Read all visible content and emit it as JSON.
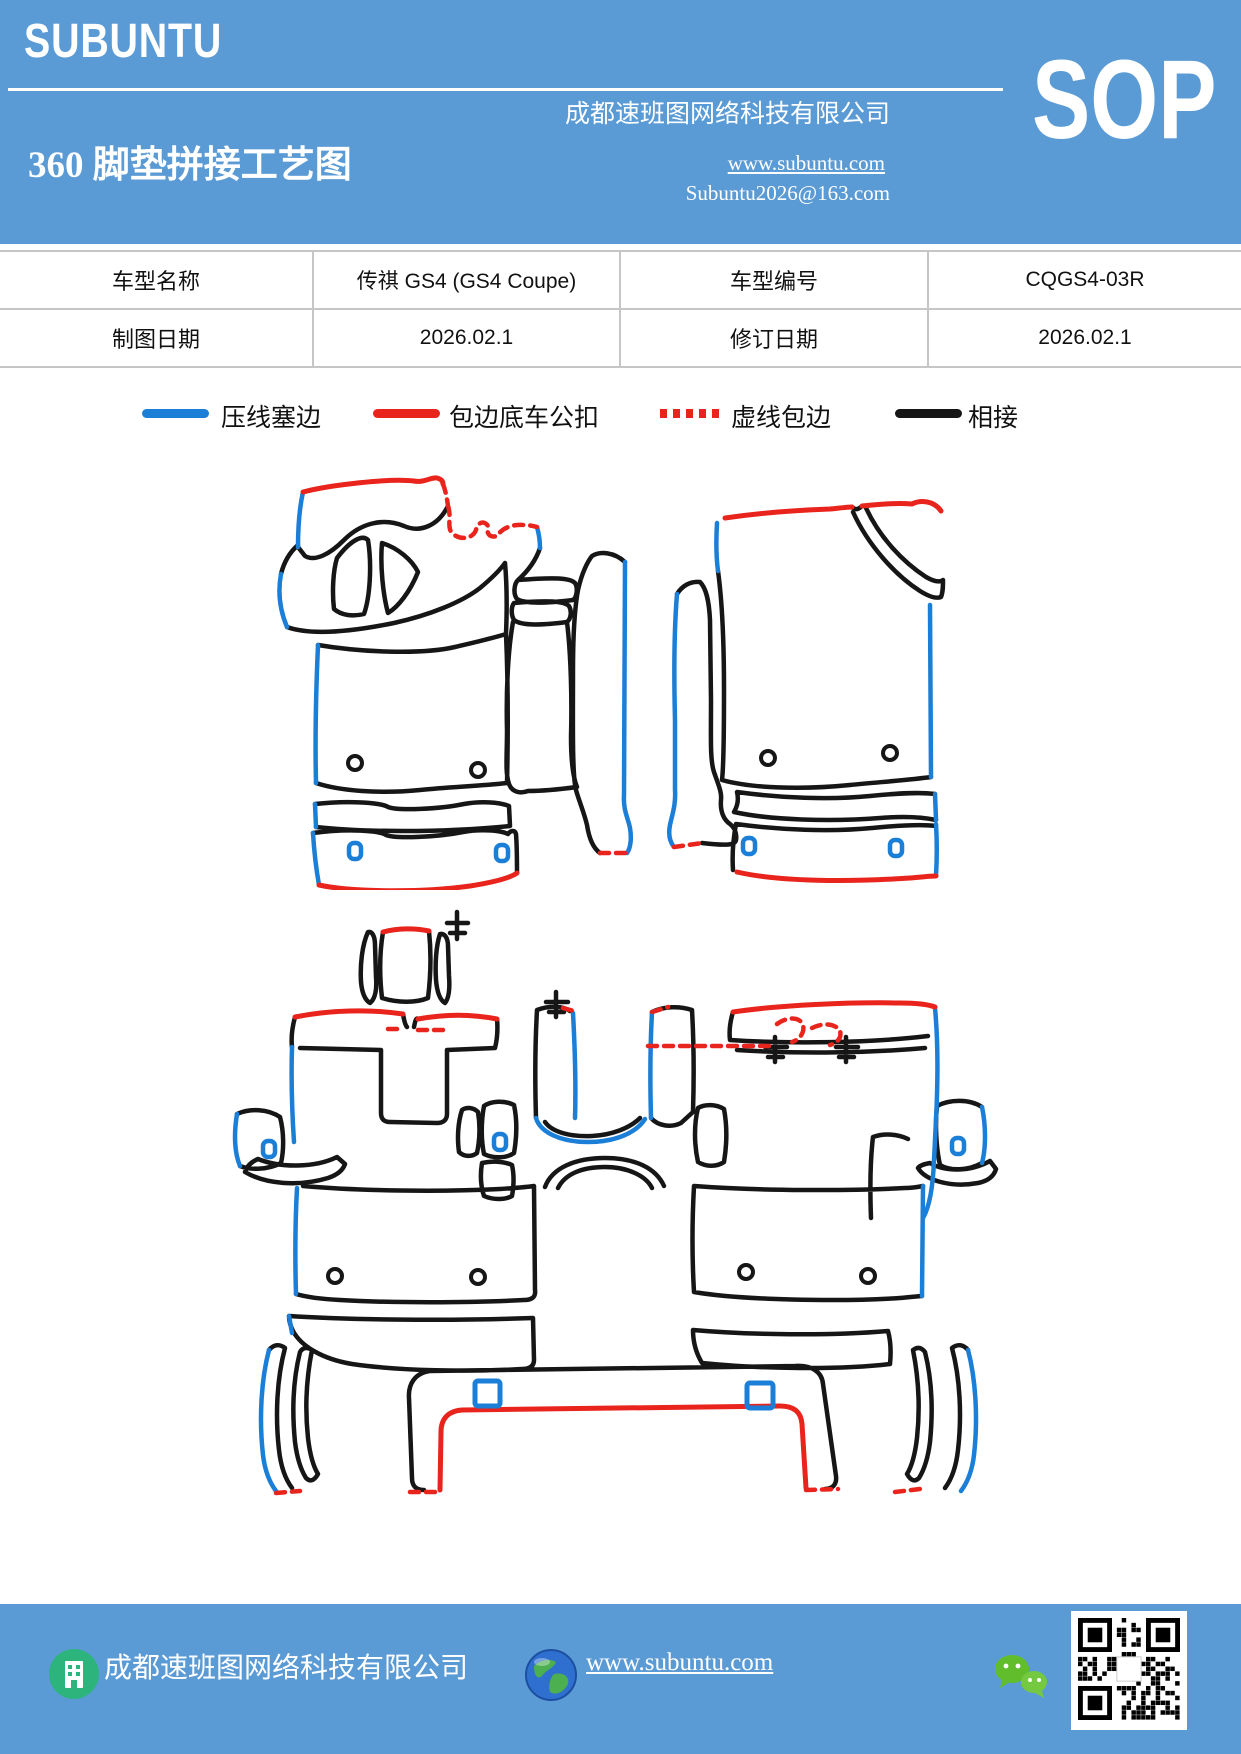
{
  "header": {
    "brand": "SUBUNTU",
    "company": "成都速班图网络科技有限公司",
    "badge": "SOP",
    "doc_title": "360 脚垫拼接工艺图",
    "website": "www.subuntu.com",
    "email": "Subuntu2026@163.com"
  },
  "info_table": {
    "rows": [
      {
        "label1": "车型名称",
        "value1": "传祺 GS4 (GS4 Coupe)",
        "label2": "车型编号",
        "value2": "CQGS4-03R"
      },
      {
        "label1": "制图日期",
        "value1": "2026.02.1",
        "label2": "修订日期",
        "value2": "2026.02.1"
      }
    ]
  },
  "legend": {
    "items": [
      {
        "label": "压线塞边",
        "style": "solid",
        "color": "#1b7fd8"
      },
      {
        "label": "包边底车公扣",
        "style": "solid",
        "color": "#e8241c"
      },
      {
        "label": "虚线包边",
        "style": "dashed",
        "color": "#e8241c"
      },
      {
        "label": "相接",
        "style": "solid",
        "color": "#161616"
      }
    ]
  },
  "diagram": {
    "groups": [
      {
        "name": "front-mats",
        "description": "前排脚垫拼接轮廓"
      },
      {
        "name": "rear-mats-and-trunk",
        "description": "后排脚垫及尾箱拼接轮廓"
      }
    ],
    "line_colors": {
      "press_edge_blue": "#1b7fd8",
      "binding_red": "#e8241c",
      "dashed_binding_red": "#e8241c",
      "joint_black": "#161616"
    }
  },
  "footer": {
    "company": "成都速班图网络科技有限公司",
    "website": "www.subuntu.com",
    "icons": {
      "building": "building-icon",
      "globe": "globe-icon",
      "wechat": "wechat-icon",
      "qr": "qr-code"
    }
  },
  "colors": {
    "header_blue": "#5b9bd5",
    "white": "#ffffff",
    "table_border": "#c6c6c6",
    "wechat_green": "#5fbe29",
    "building_green": "#2db47d",
    "globe_blue": "#2f6fd0"
  }
}
